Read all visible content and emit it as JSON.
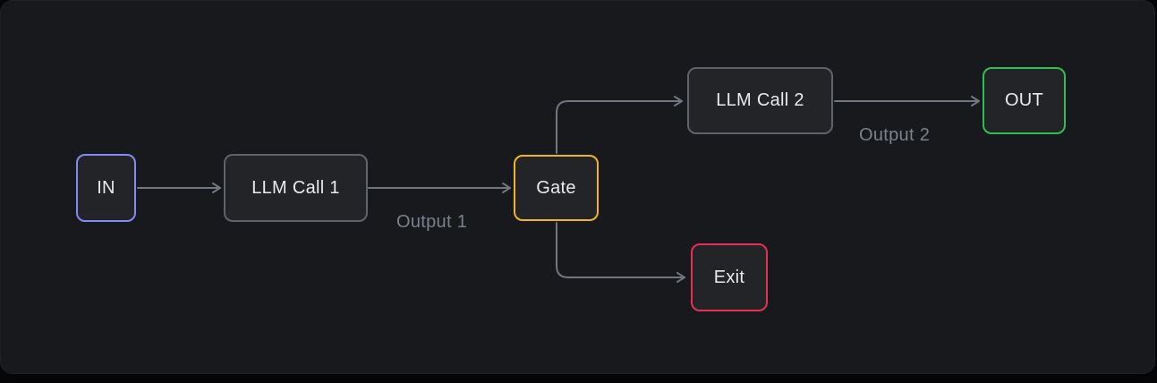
{
  "diagram": {
    "nodes": {
      "in": {
        "label": "IN",
        "border_color": "#8589f2"
      },
      "llm1": {
        "label": "LLM Call 1",
        "border_color": "#5d626b"
      },
      "gate": {
        "label": "Gate",
        "border_color": "#f2b32b"
      },
      "llm2": {
        "label": "LLM Call 2",
        "border_color": "#5d626b"
      },
      "out": {
        "label": "OUT",
        "border_color": "#2fbd57"
      },
      "exit": {
        "label": "Exit",
        "border_color": "#e62e56"
      }
    },
    "edges": [
      {
        "from": "IN",
        "to": "LLM Call 1",
        "label": ""
      },
      {
        "from": "LLM Call 1",
        "to": "Gate",
        "label": "Output 1"
      },
      {
        "from": "Gate",
        "to": "LLM Call 2",
        "label": ""
      },
      {
        "from": "LLM Call 2",
        "to": "OUT",
        "label": "Output 2"
      },
      {
        "from": "Gate",
        "to": "Exit",
        "label": ""
      }
    ]
  },
  "colors": {
    "canvas_bg": "#18191d",
    "node_bg": "#232428",
    "node_text": "#e9eaec",
    "node_default_border": "#5d626b",
    "node_in_border": "#8589f2",
    "node_gate_border": "#f2b32b",
    "node_out_border": "#2fbd57",
    "node_exit_border": "#e62e56",
    "edge_color": "#71767f",
    "edge_label_color": "#7b818a"
  }
}
